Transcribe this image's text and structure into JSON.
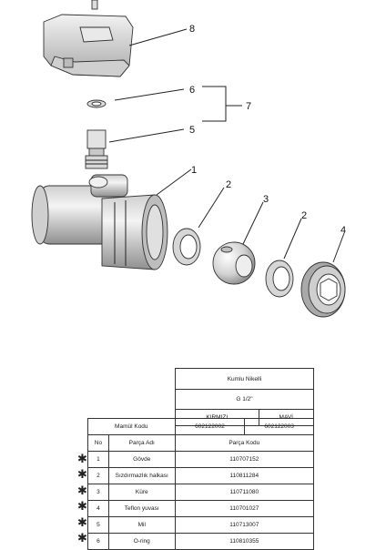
{
  "callouts": [
    {
      "id": "c8",
      "label": "8"
    },
    {
      "id": "c6",
      "label": "6"
    },
    {
      "id": "c7",
      "label": "7"
    },
    {
      "id": "c5",
      "label": "5"
    },
    {
      "id": "c1",
      "label": "1"
    },
    {
      "id": "c2a",
      "label": "2"
    },
    {
      "id": "c3",
      "label": "3"
    },
    {
      "id": "c2b",
      "label": "2"
    },
    {
      "id": "c4",
      "label": "4"
    }
  ],
  "table": {
    "product": "Kumlu Nikelli",
    "size": "G 1/2\"",
    "color_red": "KIRMIZI",
    "color_blue": "MAVİ",
    "product_code_label": "Mamül Kodu",
    "code_red": "602122002",
    "code_blue": "602122003",
    "col_no": "No",
    "col_part_name": "Parça Adı",
    "col_part_code": "Parça Kodu",
    "rows": [
      {
        "no": "1",
        "name": "Gövde",
        "code": "110707152"
      },
      {
        "no": "2",
        "name": "Sızdırmazlık halkası",
        "code": "110811284"
      },
      {
        "no": "3",
        "name": "Küre",
        "code": "110711080"
      },
      {
        "no": "4",
        "name": "Teflon yuvası",
        "code": "110701027"
      },
      {
        "no": "5",
        "name": "Mil",
        "code": "110713007"
      },
      {
        "no": "6",
        "name": "O-ring",
        "code": "110810355"
      }
    ],
    "star_symbol": "✱"
  },
  "colors": {
    "line": "#222222",
    "part_fill": "#e6e6e6",
    "part_dark": "#9a9a9a"
  }
}
